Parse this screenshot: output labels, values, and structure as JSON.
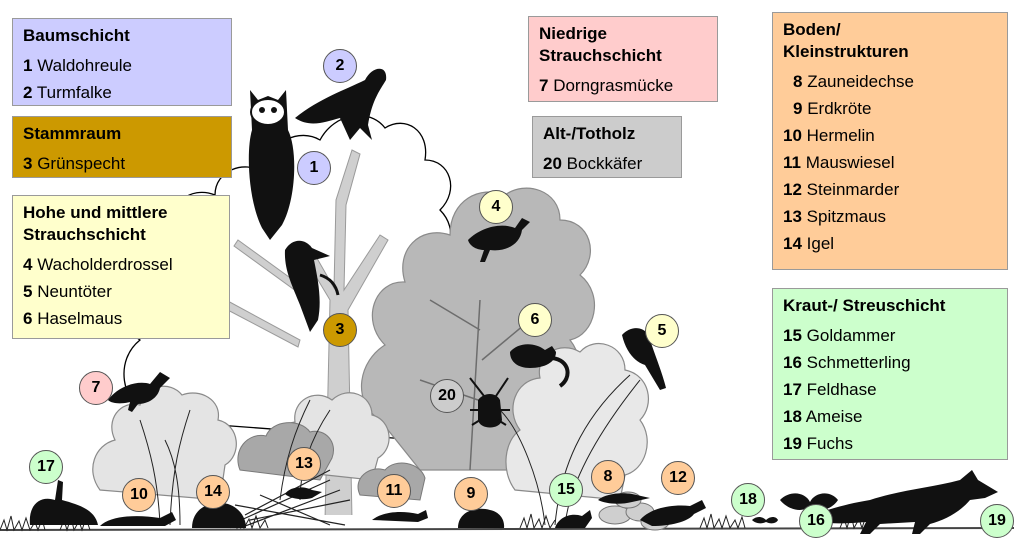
{
  "colors": {
    "baum": "#ccccff",
    "stamm": "#cc9900",
    "hoch": "#ffffcc",
    "niedrig": "#ffcccc",
    "totholz": "#cccccc",
    "boden": "#ffcc99",
    "kraut": "#ccffcc"
  },
  "groups": {
    "baum": {
      "title": "Baumschicht",
      "items": [
        {
          "num": "1",
          "name": "Waldohreule"
        },
        {
          "num": "2",
          "name": "Turmfalke"
        }
      ]
    },
    "stamm": {
      "title": "Stammraum",
      "items": [
        {
          "num": "3",
          "name": "Grünspecht"
        }
      ]
    },
    "hoch": {
      "title_line1": "Hohe und mittlere",
      "title_line2": "Strauchschicht",
      "items": [
        {
          "num": "4",
          "name": "Wacholderdrossel"
        },
        {
          "num": "5",
          "name": "Neuntöter"
        },
        {
          "num": "6",
          "name": "Haselmaus"
        }
      ]
    },
    "niedrig": {
      "title_line1": "Niedrige",
      "title_line2": "Strauchschicht",
      "items": [
        {
          "num": "7",
          "name": "Dorngrasmücke"
        }
      ]
    },
    "totholz": {
      "title": "Alt-/Totholz",
      "items": [
        {
          "num": "20",
          "name": "Bockkäfer"
        }
      ]
    },
    "boden": {
      "title_line1": "Boden/",
      "title_line2": "Kleinstrukturen",
      "items": [
        {
          "num": "8",
          "name": "Zauneidechse"
        },
        {
          "num": "9",
          "name": "Erdkröte"
        },
        {
          "num": "10",
          "name": "Hermelin"
        },
        {
          "num": "11",
          "name": "Mauswiesel"
        },
        {
          "num": "12",
          "name": "Steinmarder"
        },
        {
          "num": "13",
          "name": "Spitzmaus"
        },
        {
          "num": "14",
          "name": "Igel"
        }
      ]
    },
    "kraut": {
      "title": "Kraut-/ Streuschicht",
      "items": [
        {
          "num": "15",
          "name": "Goldammer"
        },
        {
          "num": "16",
          "name": "Schmetterling"
        },
        {
          "num": "17",
          "name": "Feldhase"
        },
        {
          "num": "18",
          "name": "Ameise"
        },
        {
          "num": "19",
          "name": "Fuchs"
        }
      ]
    }
  },
  "markers": [
    {
      "label": "1",
      "group": "baum"
    },
    {
      "label": "2",
      "group": "baum"
    },
    {
      "label": "3",
      "group": "stamm"
    },
    {
      "label": "4",
      "group": "hoch"
    },
    {
      "label": "5",
      "group": "hoch"
    },
    {
      "label": "6",
      "group": "hoch"
    },
    {
      "label": "7",
      "group": "niedrig"
    },
    {
      "label": "8",
      "group": "boden"
    },
    {
      "label": "9",
      "group": "boden"
    },
    {
      "label": "10",
      "group": "boden"
    },
    {
      "label": "11",
      "group": "boden"
    },
    {
      "label": "12",
      "group": "boden"
    },
    {
      "label": "13",
      "group": "boden"
    },
    {
      "label": "14",
      "group": "boden"
    },
    {
      "label": "15",
      "group": "kraut"
    },
    {
      "label": "16",
      "group": "kraut"
    },
    {
      "label": "17",
      "group": "kraut"
    },
    {
      "label": "18",
      "group": "kraut"
    },
    {
      "label": "19",
      "group": "kraut"
    },
    {
      "label": "20",
      "group": "totholz"
    }
  ]
}
